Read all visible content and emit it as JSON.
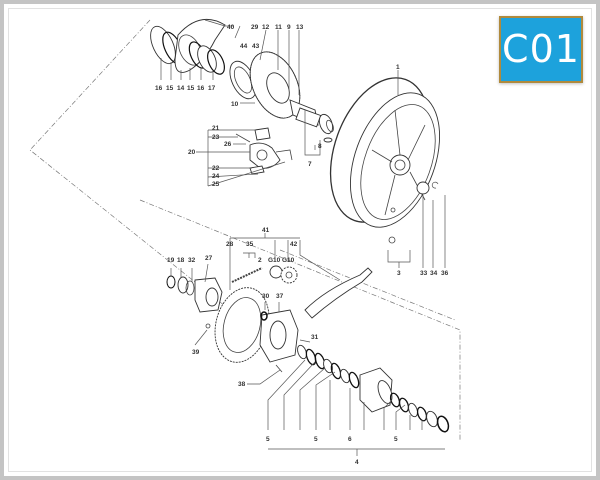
{
  "badge": {
    "code": "C01",
    "background": "#1da2dc",
    "border": "#b08a3c",
    "text_color": "#ffffff"
  },
  "diagram": {
    "subject": "rear wheel exploded parts diagram",
    "labels": {
      "top_row": [
        "40",
        "29",
        "12",
        "11",
        "9",
        "13"
      ],
      "mid_top": [
        "44",
        "43"
      ],
      "left_stack_bottom": [
        "16",
        "15",
        "14",
        "15",
        "16",
        "17"
      ],
      "disc": "10",
      "wheel": "1",
      "hub_shaft": [
        "8",
        "7"
      ],
      "caliper_group": [
        "21",
        "23",
        "26",
        "20",
        "22",
        "24",
        "25"
      ],
      "wheel_bottom": [
        "3",
        "33",
        "34",
        "36"
      ],
      "drive_group_top": [
        "41",
        "28",
        "35",
        "2",
        "G10",
        "G10",
        "42"
      ],
      "drive_left": [
        "19",
        "18",
        "32",
        "27"
      ],
      "drive_mid": [
        "30",
        "37",
        "31",
        "39",
        "38"
      ],
      "bottom_row": [
        "5",
        "5",
        "6",
        "5"
      ],
      "bottom_total": "4"
    }
  }
}
